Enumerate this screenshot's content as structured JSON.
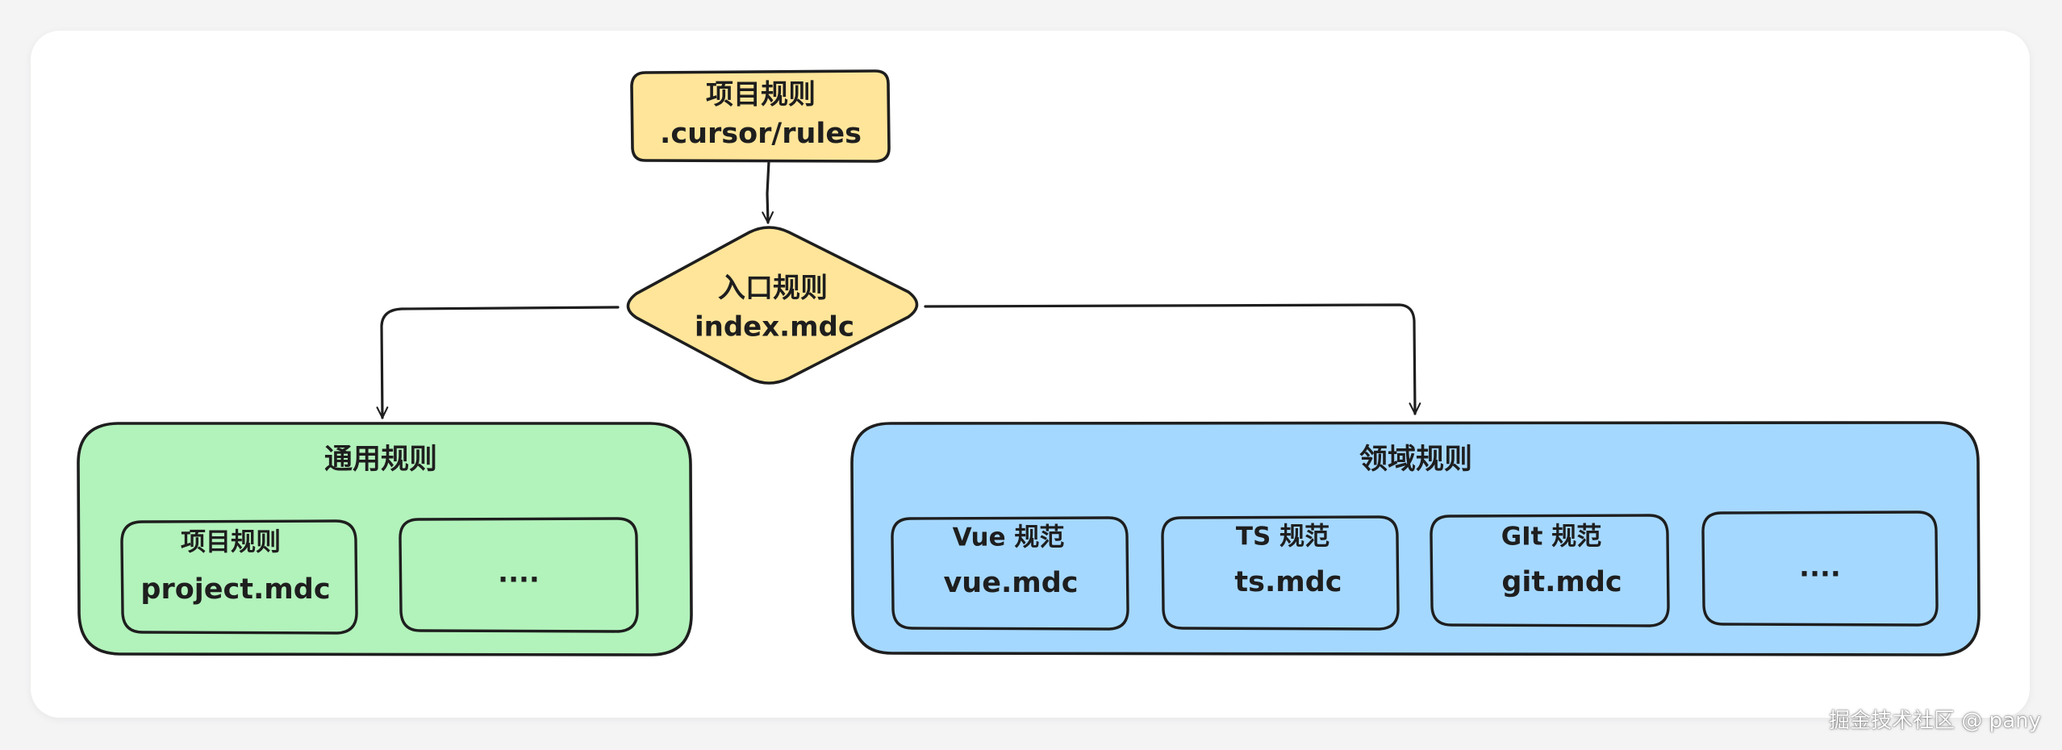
{
  "diagram": {
    "root": {
      "title": "项目规则",
      "path": ".cursor/rules",
      "fill": "#ffe599"
    },
    "entry": {
      "title": "入口规则",
      "file": "index.mdc",
      "fill": "#ffe599"
    },
    "general": {
      "title": "通用规则",
      "fill": "#b2f2bb",
      "items": [
        {
          "title": "项目规则",
          "file": "project.mdc"
        },
        {
          "title": "",
          "file": "...."
        }
      ]
    },
    "domain": {
      "title": "领域规则",
      "fill": "#a5d8ff",
      "items": [
        {
          "title": "Vue 规范",
          "file": "vue.mdc"
        },
        {
          "title": "TS 规范",
          "file": "ts.mdc"
        },
        {
          "title": "GIt 规范",
          "file": "git.mdc"
        },
        {
          "title": "",
          "file": "...."
        }
      ]
    },
    "stroke_color": "#1e1e1e"
  },
  "watermark": "掘金技术社区 @ pany"
}
